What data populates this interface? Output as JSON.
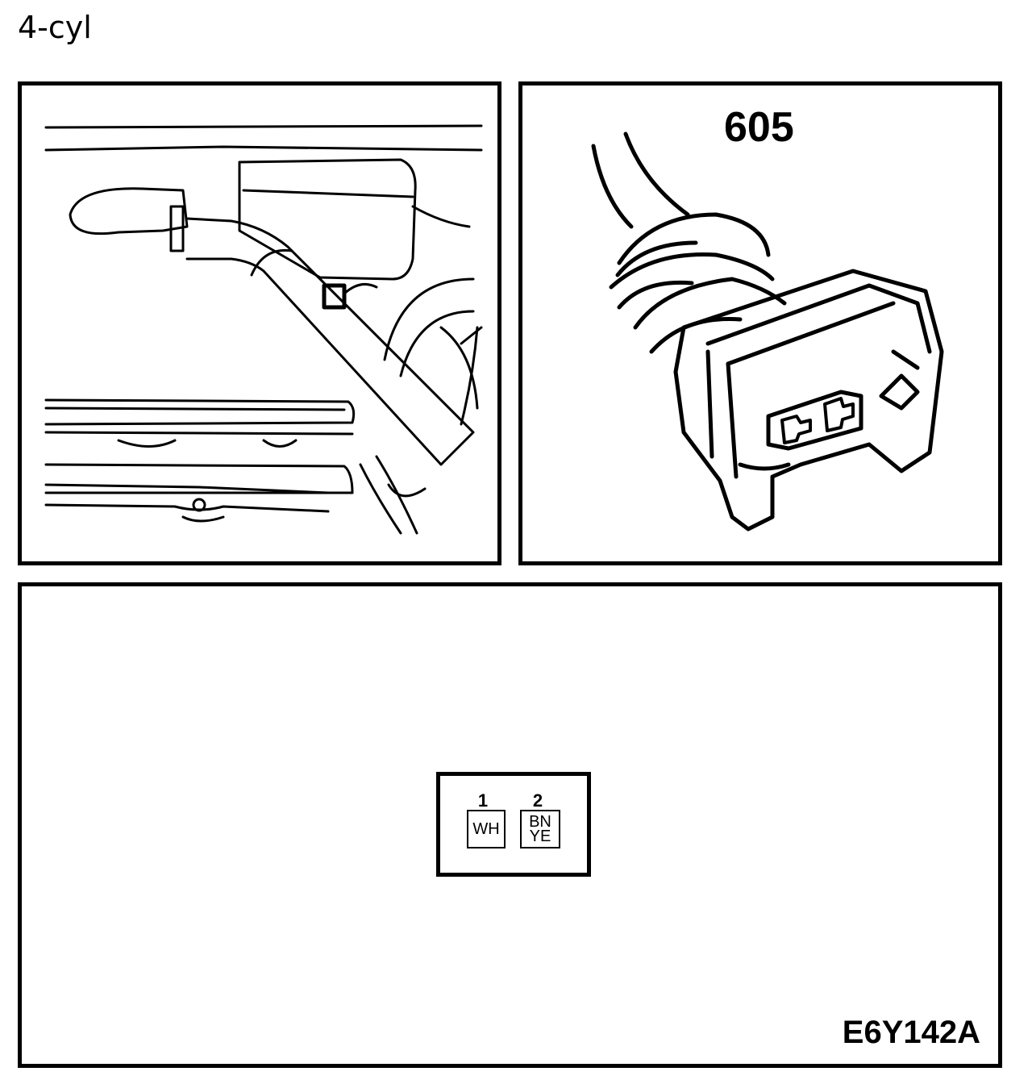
{
  "header": {
    "title": "4-cyl"
  },
  "connector": {
    "number": "605",
    "reference": "E6Y142A",
    "pins": [
      {
        "number": "1",
        "colour_lines": [
          "WH"
        ]
      },
      {
        "number": "2",
        "colour_lines": [
          "BN",
          "YE"
        ]
      }
    ]
  }
}
